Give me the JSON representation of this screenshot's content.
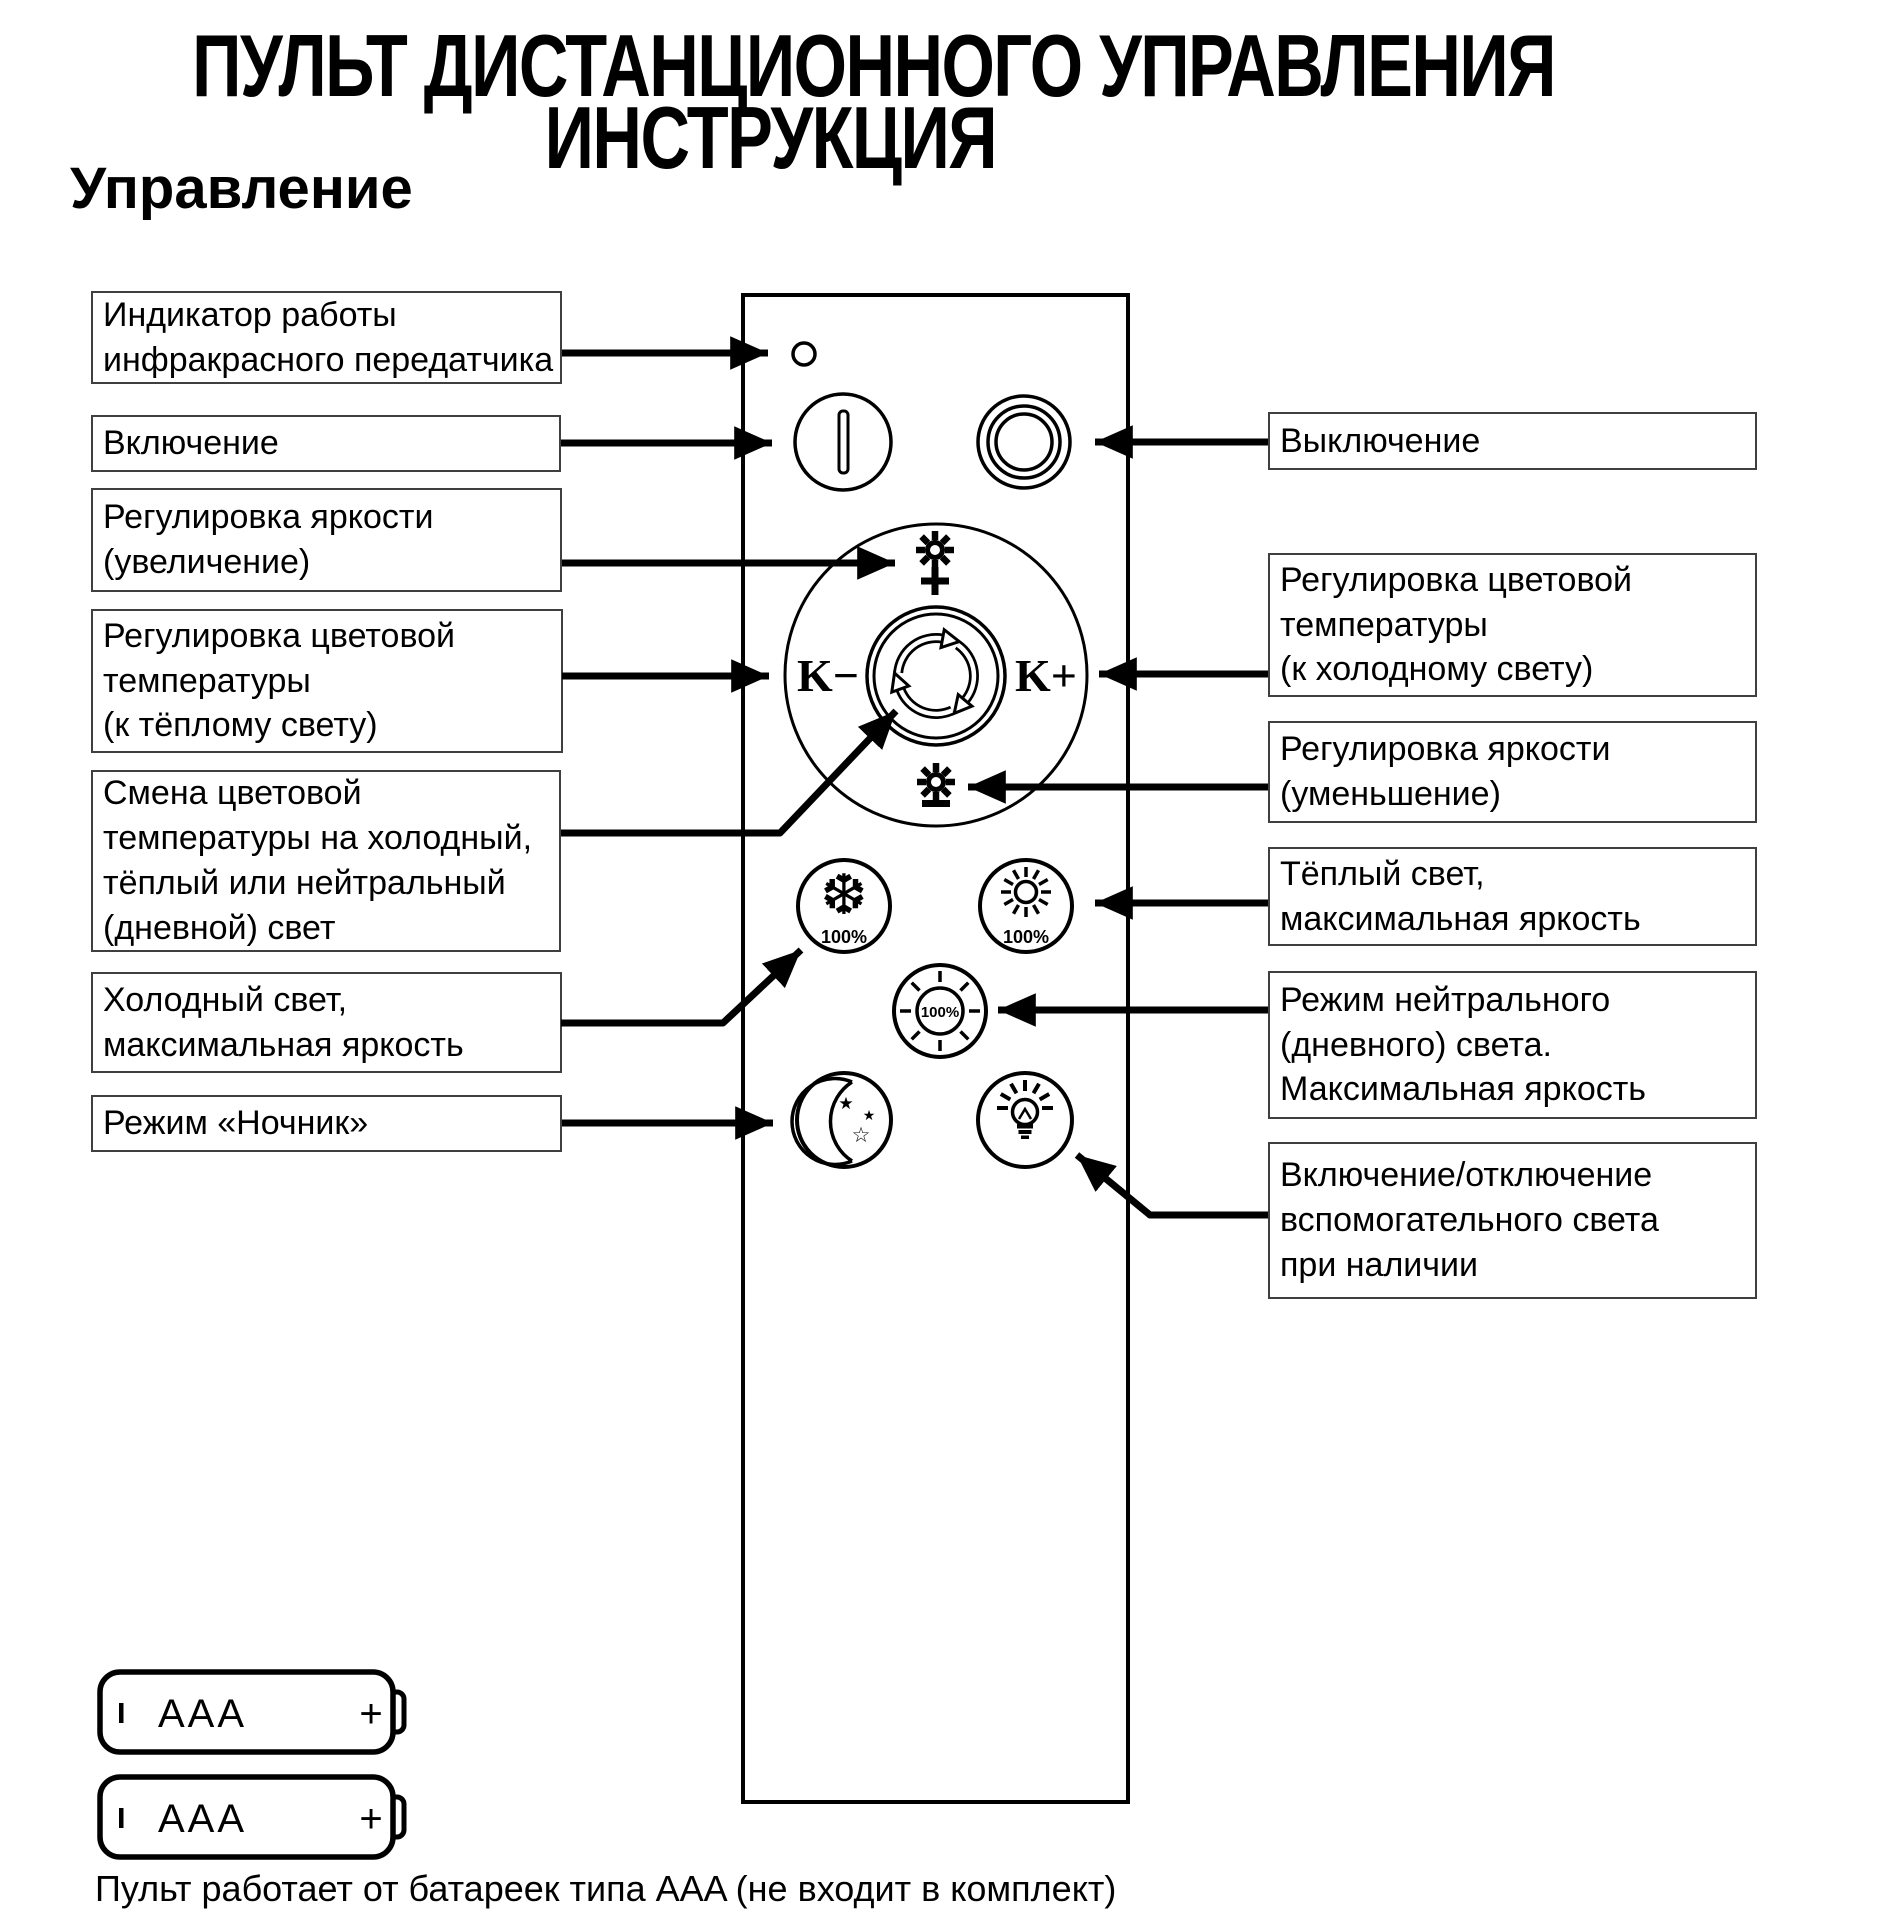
{
  "title": {
    "line1": "ПУЛЬТ ДИСТАНЦИОННОГО УПРАВЛЕНИЯ",
    "line2": "ИНСТРУКЦИЯ"
  },
  "section_heading": "Управление",
  "labels": {
    "left": [
      {
        "text": "Индикатор работы\nинфракрасного передатчика"
      },
      {
        "text": "Включение"
      },
      {
        "text": "Регулировка яркости\n(увеличение)"
      },
      {
        "text": "Регулировка цветовой\nтемпературы\n(к тёплому свету)"
      },
      {
        "text": "Смена цветовой\nтемпературы на холодный,\nтёплый или нейтральный\n(дневной) свет"
      },
      {
        "text": "Холодный свет,\nмаксимальная яркость"
      },
      {
        "text": "Режим «Ночник»"
      }
    ],
    "right": [
      {
        "text": "Выключение"
      },
      {
        "text": "Регулировка цветовой\nтемпературы\n(к холодному свету)"
      },
      {
        "text": "Регулировка яркости\n(уменьшение)"
      },
      {
        "text": "Тёплый свет,\nмаксимальная яркость"
      },
      {
        "text": "Режим нейтрального\n(дневного) света.\nМаксимальная яркость"
      },
      {
        "text": "Включение/отключение\nвспомогательного света\nпри наличии"
      }
    ]
  },
  "remote": {
    "k_minus": "K−",
    "k_plus": "K+",
    "buttons": {
      "cool_max_label": "100%",
      "warm_max_label": "100%",
      "neutral_label": "100%"
    },
    "icons": {
      "snowflake": "❆",
      "star_small_filled": "★",
      "star_outline": "☆"
    }
  },
  "battery": {
    "type_label": "AAA",
    "plus_label": "+",
    "note": "Пульт работает от батареек типа AAA (не входит в комплект)"
  },
  "colors": {
    "ink": "#000000",
    "box_border": "#3f3f3f",
    "background": "#ffffff"
  }
}
